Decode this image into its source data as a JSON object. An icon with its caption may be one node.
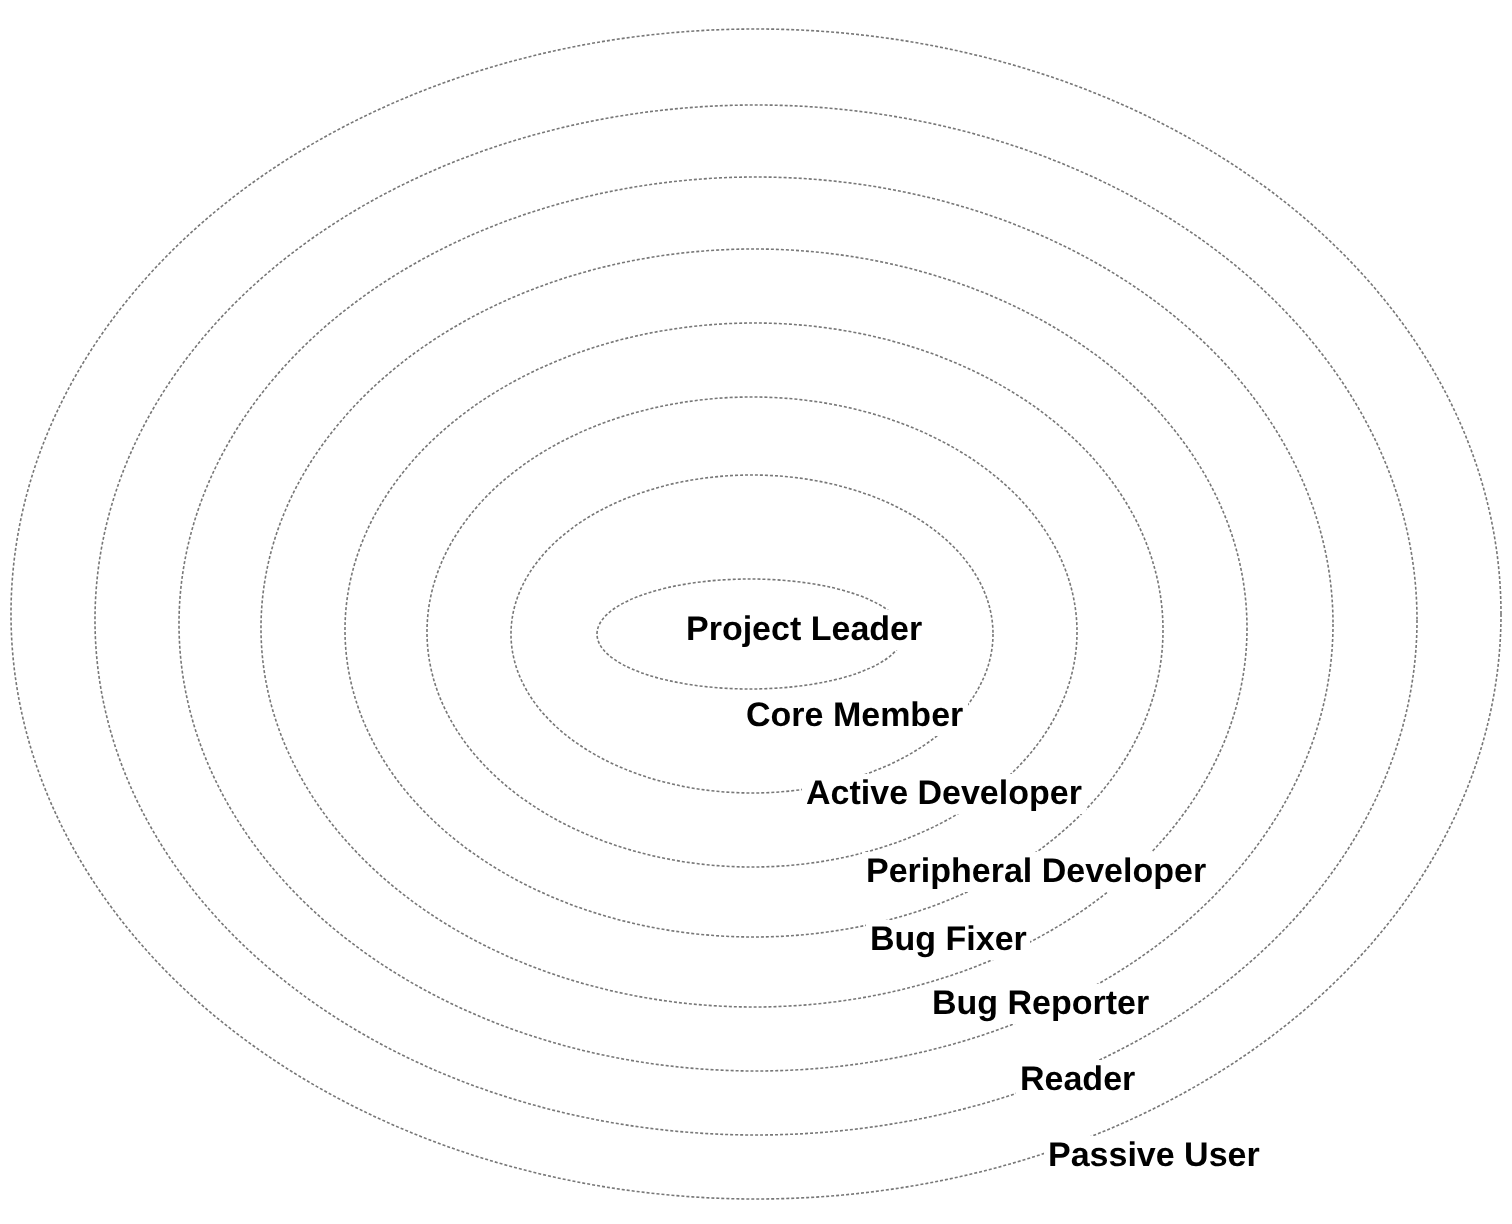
{
  "diagram": {
    "nodes": [
      {
        "text": [
          "Passive User"
        ]
      },
      {
        "text": [
          "Reader"
        ],
        "in": 0
      },
      {
        "text": [
          "Bug Reporter"
        ],
        "in": 1
      },
      {
        "text": [
          "Bug Fixer"
        ],
        "in": 2
      },
      {
        "text": [
          "Peripheral Developer"
        ],
        "in": 3
      },
      {
        "text": [
          "Active Developer"
        ],
        "in": 4
      },
      {
        "text": [
          "Core Member"
        ],
        "in": 5
      },
      {
        "text": [
          "Project Leader"
        ],
        "in": 6
      }
    ]
  }
}
